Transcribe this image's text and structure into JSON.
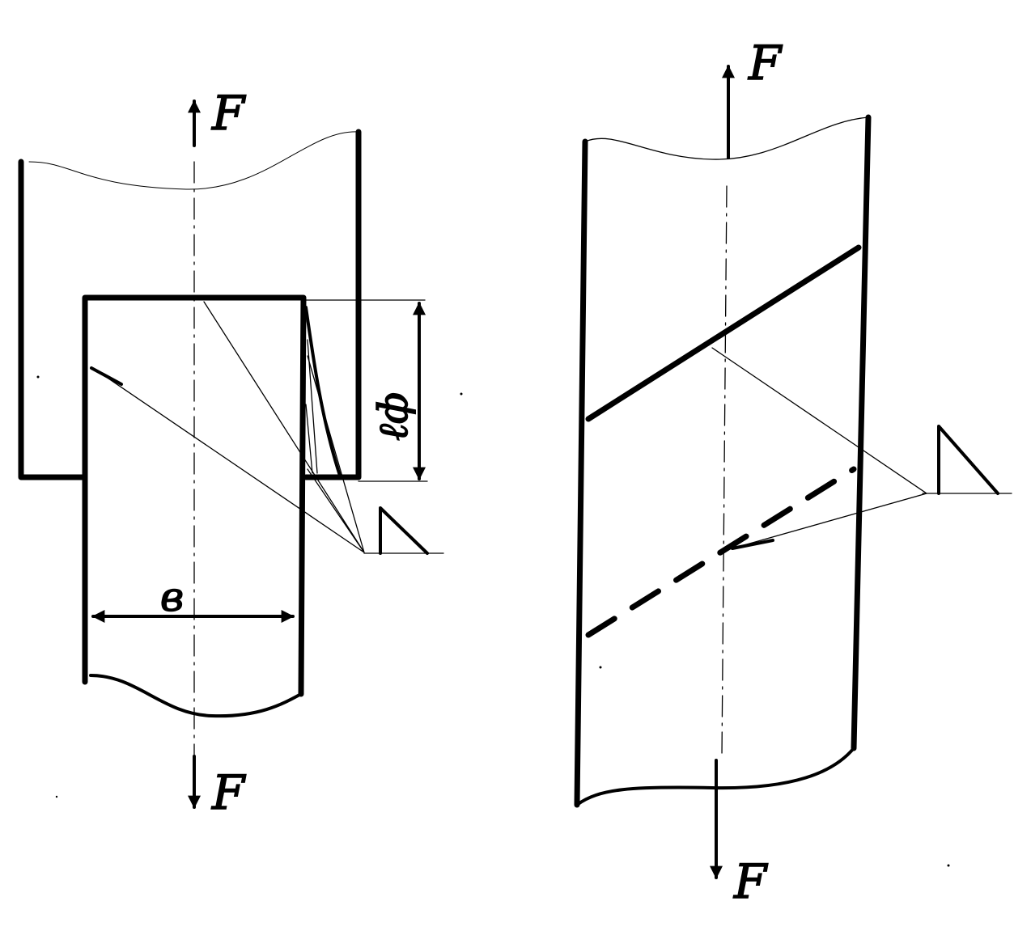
{
  "labels": {
    "force": "F",
    "width": "в",
    "weld_length": "ℓф"
  }
}
